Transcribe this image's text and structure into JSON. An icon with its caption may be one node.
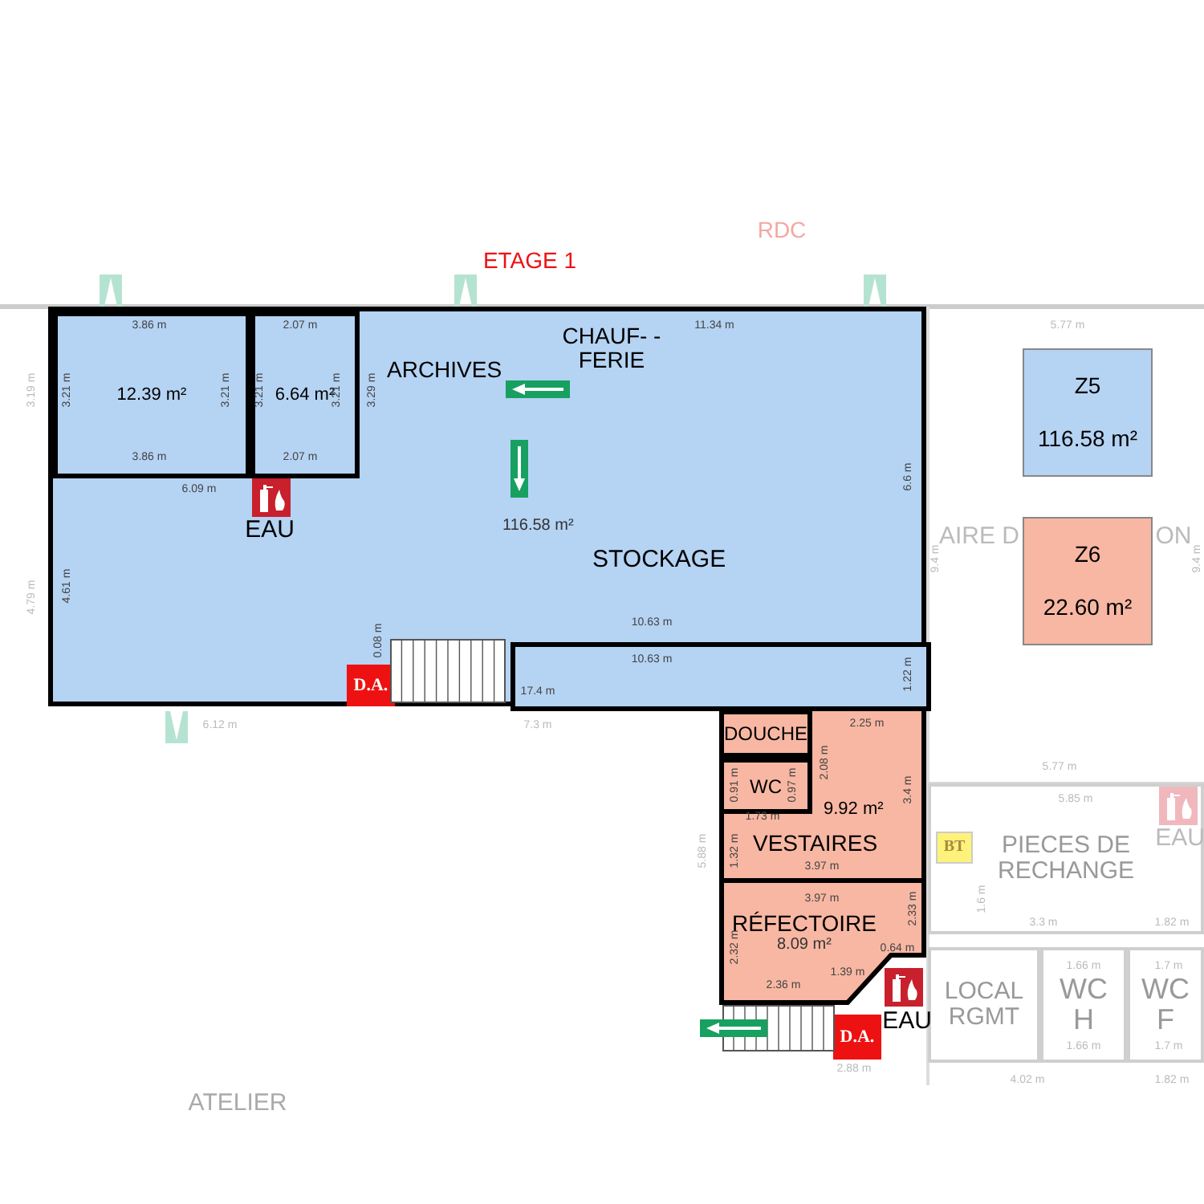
{
  "diagram": {
    "nodes": [
      {
        "text": [
          "ARCHIVES",
          "CHAUF- -FERIE",
          "116.58 m²",
          "STOCKAGE"
        ]
      },
      {
        "text": [
          "12.39 m²"
        ],
        "in": 0
      },
      {
        "text": [
          "6.64 m²"
        ],
        "in": 0
      },
      {
        "text": [],
        "shape": "box",
        "in": 0
      },
      {
        "text": [
          "D.A."
        ],
        "in": 0
      },
      {
        "text": [
          "Z5",
          "116.58 m²"
        ]
      },
      {
        "text": [
          "Z6",
          "22.60 m²"
        ]
      },
      {
        "text": [
          "9.92 m²",
          "VESTAIRES"
        ]
      },
      {
        "text": [
          "DOUCHE"
        ],
        "in": 7
      },
      {
        "text": [
          "WC"
        ],
        "in": 7
      },
      {
        "text": [
          "RÉFECTOIRE",
          "8.09 m²"
        ]
      },
      {
        "text": [
          "PIECES DE RECHANGE"
        ]
      },
      {
        "text": [
          "BT"
        ],
        "in": 11
      },
      {
        "text": [
          "LOCAL RGMT"
        ]
      },
      {
        "text": [
          "WC H"
        ]
      },
      {
        "text": [
          "WC F"
        ]
      },
      {
        "text": [
          "D.A."
        ]
      }
    ],
    "edges": [],
    "labels": [
      "RDC",
      "ETAGE 1",
      "3.86 m",
      "2.07 m",
      "11.34 m",
      "5.77 m",
      "3.19 m",
      "3.21 m",
      "3.21 m",
      "3.21 m",
      "3.21 m",
      "3.29 m",
      "3.86 m",
      "2.07 m",
      "6.6 m",
      "6.09 m",
      "EAU",
      "AIRE D",
      "ON",
      "9.4 m",
      "9.4 m",
      "4.79 m",
      "4.61 m",
      "10.63 m",
      "0.08 m",
      "10.63 m",
      "1.22 m",
      "17.4 m",
      "6.12 m",
      "7.3 m",
      "2.25 m",
      "2.08 m",
      "5.77 m",
      "0.91 m",
      "0.97 m",
      "3.4 m",
      "5.85 m",
      "1.73 m",
      "EAU",
      "5.88 m",
      "1.32 m",
      "3.97 m",
      "3.97 m",
      "2.33 m",
      "1.6 m",
      "3.3 m",
      "1.82 m",
      "2.32 m",
      "0.64 m",
      "1.66 m",
      "1.7 m",
      "1.39 m",
      "2.36 m",
      "EAU",
      "1.66 m",
      "1.7 m",
      "2.88 m",
      "4.02 m",
      "1.82 m",
      "ATELIER"
    ]
  }
}
